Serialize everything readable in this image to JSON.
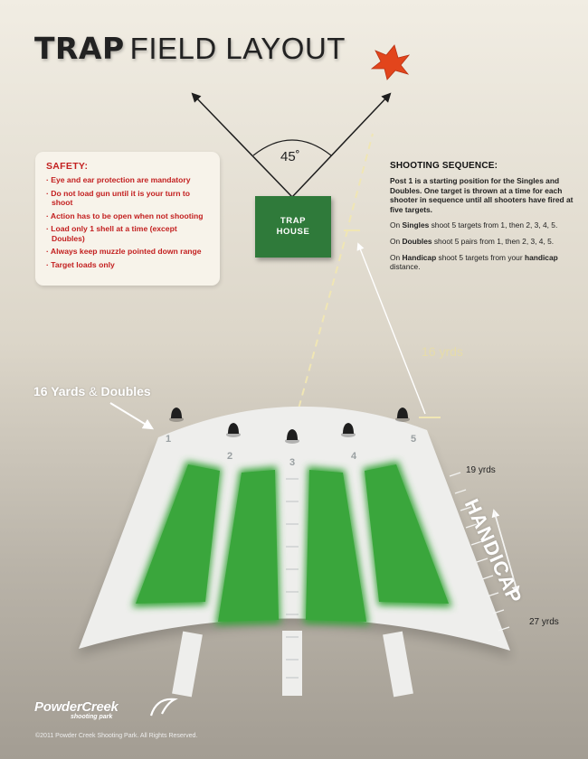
{
  "title": {
    "strong": "TRAP",
    "light": "FIELD LAYOUT"
  },
  "angle": "45˚",
  "trap_house": {
    "line1": "TRAP",
    "line2": "HOUSE"
  },
  "safety": {
    "heading": "SAFETY:",
    "items": [
      "· Eye and ear protection are mandatory",
      "· Do not load gun until it is your turn to shoot",
      "· Action has to be open when not shooting",
      "· Load only 1 shell at a time (except Doubles)",
      "· Always keep muzzle pointed down range",
      "· Target loads only"
    ]
  },
  "sequence": {
    "heading": "SHOOTING SEQUENCE:",
    "intro": "Post 1 is a starting position for the Singles and Doubles. One target is thrown at a time for each shooter in sequence until all shooters have fired at five targets.",
    "singles": {
      "prefix": "On ",
      "mode": "Singles",
      "text": " shoot 5 targets from 1, then 2, 3, 4, 5."
    },
    "doubles": {
      "prefix": "On ",
      "mode": "Doubles",
      "text": " shoot 5 pairs  from 1, then 2, 3, 4, 5."
    },
    "handicap": {
      "prefix": "On ",
      "mode": "Handicap",
      "text": " shoot 5 targets from your ",
      "tail_bold": "handicap",
      "tail": " distance."
    }
  },
  "labels": {
    "yards_16": "16 yrds",
    "doubles_a": "16 Yards ",
    "doubles_amp": "& ",
    "doubles_b": "Doubles",
    "handicap": "HANDICAP",
    "hcap_start": "19 yrds",
    "hcap_end": "27 yrds"
  },
  "posts": [
    "1",
    "2",
    "3",
    "4",
    "5"
  ],
  "logo": {
    "brand": "PowderCreek",
    "sub": "shooting park"
  },
  "copyright": "©2011 Powder Creek Shooting Park. All Rights Reserved.",
  "colors": {
    "field_green": "#3aa63c",
    "walkway": "#eeeeec",
    "trap_house": "#2f7a3a",
    "safety_red": "#c32020",
    "target_orange": "#e2451c",
    "yard_line": "#f0e6b4"
  }
}
